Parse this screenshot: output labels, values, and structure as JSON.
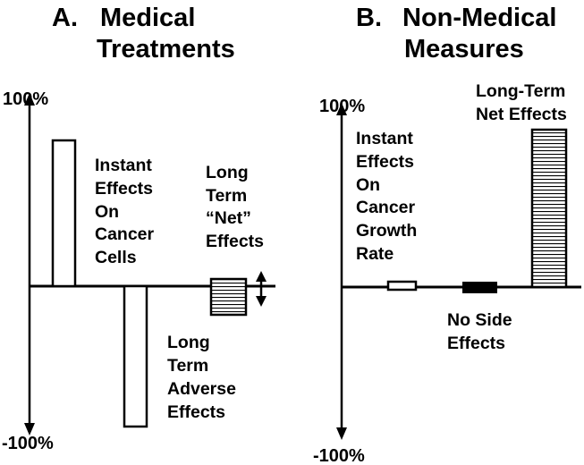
{
  "panel_a": {
    "title_letter": "A.",
    "title_lines": [
      "Medical",
      "Treatments"
    ],
    "axis_top": "100%",
    "axis_bottom": "-100%",
    "instant_effects": [
      "Instant",
      "Effects",
      "On",
      "Cancer",
      "Cells"
    ],
    "long_term_net": [
      "Long",
      "Term",
      "“Net”",
      "Effects"
    ],
    "long_term_adverse": [
      "Long",
      "Term",
      "Adverse",
      "Effects"
    ]
  },
  "panel_b": {
    "title_letter": "B.",
    "title_lines": [
      "Non-Medical",
      "Measures"
    ],
    "axis_top": "100%",
    "axis_bottom": "-100%",
    "instant_effects": [
      "Instant",
      "Effects",
      "On",
      "Cancer",
      "Growth",
      "Rate"
    ],
    "no_side_effects": [
      "No Side",
      "Effects"
    ],
    "long_term_net": [
      "Long-Term",
      "Net Effects"
    ]
  },
  "colors": {
    "stroke": "#000000",
    "background": "#ffffff"
  }
}
